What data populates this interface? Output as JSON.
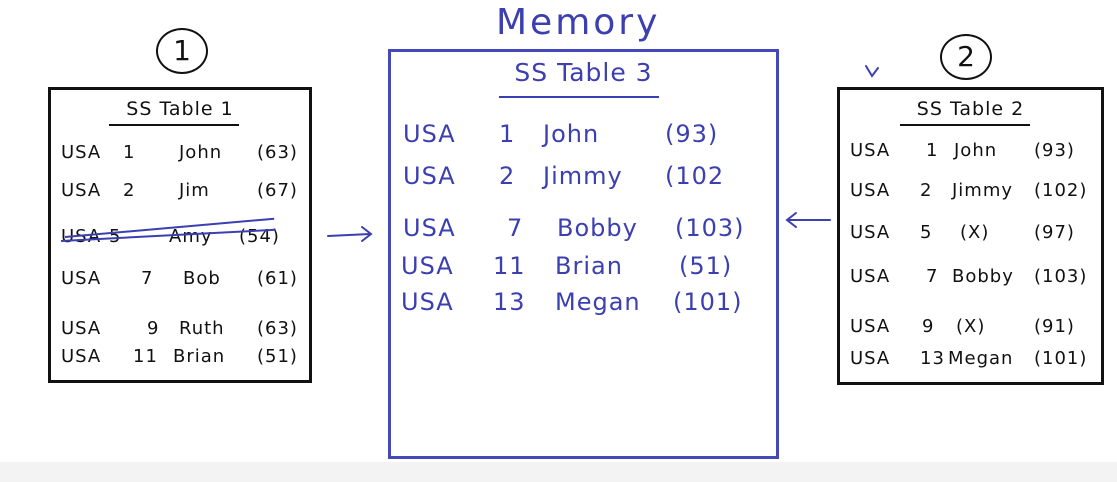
{
  "memory": {
    "label": "Memory",
    "table_title": "SS Table 3",
    "rows": [
      {
        "country": "USA",
        "id": "1",
        "name": "John",
        "value": "(93)"
      },
      {
        "country": "USA",
        "id": "2",
        "name": "Jimmy",
        "value": "(102"
      },
      {
        "country": "USA",
        "id": "7",
        "name": "Bobby",
        "value": "(103)"
      },
      {
        "country": "USA",
        "id": "11",
        "name": "Brian",
        "value": "(51)"
      },
      {
        "country": "USA",
        "id": "13",
        "name": "Megan",
        "value": "(101)"
      }
    ]
  },
  "table1": {
    "number": "1",
    "title": "SS Table 1",
    "rows": [
      {
        "country": "USA",
        "id": "1",
        "name": "John",
        "value": "(63)"
      },
      {
        "country": "USA",
        "id": "2",
        "name": "Jim",
        "value": "(67)"
      },
      {
        "country": "USA",
        "id": "5",
        "name": "Amy",
        "value": "(54)"
      },
      {
        "country": "USA",
        "id": "7",
        "name": "Bob",
        "value": "(61)"
      },
      {
        "country": "USA",
        "id": "9",
        "name": "Ruth",
        "value": "(63)"
      },
      {
        "country": "USA",
        "id": "11",
        "name": "Brian",
        "value": "(51)"
      }
    ]
  },
  "table2": {
    "number": "2",
    "title": "SS Table 2",
    "rows": [
      {
        "country": "USA",
        "id": "1",
        "name": "John",
        "value": "(93)"
      },
      {
        "country": "USA",
        "id": "2",
        "name": "Jimmy",
        "value": "(102)"
      },
      {
        "country": "USA",
        "id": "5",
        "name": "(X)",
        "value": "(97)"
      },
      {
        "country": "USA",
        "id": "7",
        "name": "Bobby",
        "value": "(103)"
      },
      {
        "country": "USA",
        "id": "9",
        "name": "(X)",
        "value": "(91)"
      },
      {
        "country": "USA",
        "id": "13",
        "name": "Megan",
        "value": "(101)"
      }
    ]
  },
  "colors": {
    "ink_black": "#111111",
    "ink_blue": "#3b3fb0",
    "memory_border": "#4448b8"
  }
}
